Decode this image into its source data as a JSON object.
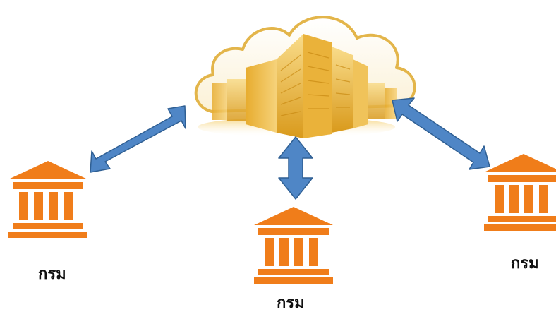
{
  "diagram": {
    "nodes": {
      "cloud": {
        "icon": "cloud-data-center-icon"
      },
      "left": {
        "icon": "government-building-icon",
        "label": "กรม"
      },
      "center": {
        "icon": "government-building-icon",
        "label": "กรม"
      },
      "right": {
        "icon": "government-building-icon",
        "label": "กรม"
      }
    },
    "connections": [
      {
        "from": "cloud",
        "to": "left",
        "direction": "both"
      },
      {
        "from": "cloud",
        "to": "center",
        "direction": "both"
      },
      {
        "from": "cloud",
        "to": "right",
        "direction": "both"
      }
    ],
    "colors": {
      "building": "#f07d1a",
      "arrow_fill": "#4f86c6",
      "arrow_stroke": "#2f5f93",
      "cloud_gold": "#e8b33c"
    }
  }
}
